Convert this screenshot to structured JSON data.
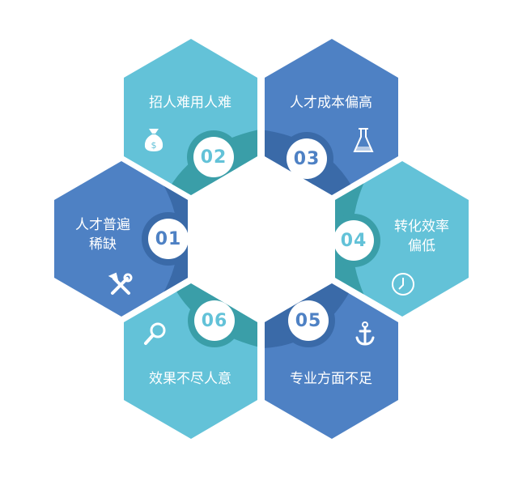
{
  "colors": {
    "dark_blue": "#4e81c4",
    "dark_blue_accent": "#3a6aa8",
    "light_teal": "#63c2d8",
    "teal_accent": "#3a9ea8",
    "white": "#ffffff"
  },
  "items": [
    {
      "number": "01",
      "label": "人才普遍\n稀缺",
      "icon": "tools-icon",
      "color": "dark_blue"
    },
    {
      "number": "02",
      "label": "招人难用人难",
      "icon": "money-bag-icon",
      "color": "light_teal"
    },
    {
      "number": "03",
      "label": "人才成本偏高",
      "icon": "flask-icon",
      "color": "dark_blue"
    },
    {
      "number": "04",
      "label": "转化效率\n偏低",
      "icon": "clock-icon",
      "color": "light_teal"
    },
    {
      "number": "05",
      "label": "专业方面不足",
      "icon": "anchor-icon",
      "color": "dark_blue"
    },
    {
      "number": "06",
      "label": "效果不尽人意",
      "icon": "magnifier-icon",
      "color": "light_teal"
    }
  ]
}
